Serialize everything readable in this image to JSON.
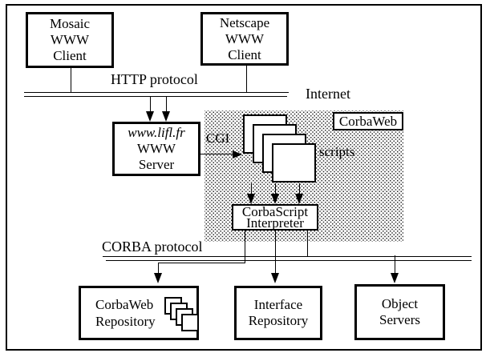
{
  "figure": {
    "clients": {
      "mosaic": {
        "lines": [
          "Mosaic",
          "WWW",
          "Client"
        ]
      },
      "netscape": {
        "lines": [
          "Netscape",
          "WWW",
          "Client"
        ]
      }
    },
    "server": {
      "lines": [
        "www.lifl.fr",
        "WWW",
        "Server"
      ]
    },
    "protocols": {
      "http": "HTTP protocol",
      "internet": "Internet",
      "cgi": "CGI",
      "corba": "CORBA protocol"
    },
    "corbaweb_region": {
      "label": "CorbaWeb",
      "scripts_label": "scripts",
      "interpreter": {
        "lines": [
          "CorbaScript",
          "Interpreter"
        ]
      }
    },
    "repositories": {
      "corbaweb": {
        "lines": [
          "CorbaWeb",
          "Repository"
        ]
      },
      "interface": {
        "lines": [
          "Interface",
          "Repository"
        ]
      },
      "objects": {
        "lines": [
          "Object",
          "Servers"
        ]
      }
    },
    "colors": {
      "line": "#000000",
      "background": "#ffffff",
      "box_fill": "#ffffff"
    }
  }
}
